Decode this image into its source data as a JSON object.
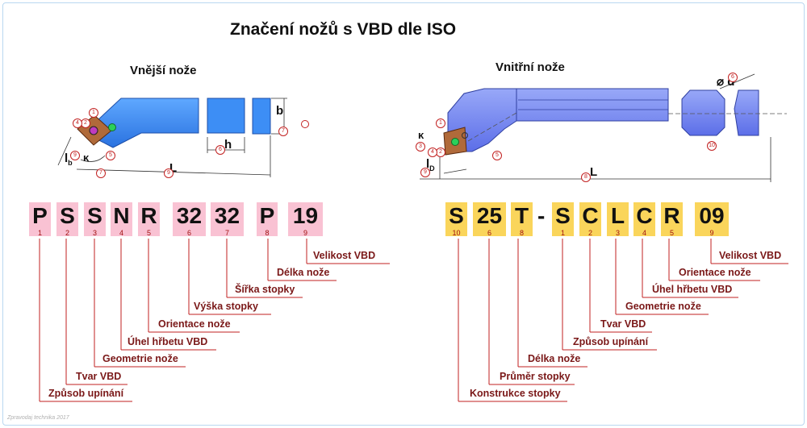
{
  "title": "Značení nožů s VBD dle ISO",
  "subtitles": {
    "outer": "Vnější nože",
    "inner": "Vnitřní nože"
  },
  "left_code": [
    {
      "letter": "P",
      "num": "1"
    },
    {
      "letter": "S",
      "num": "2"
    },
    {
      "letter": "S",
      "num": "3"
    },
    {
      "letter": "N",
      "num": "4"
    },
    {
      "letter": "R",
      "num": "5"
    },
    {
      "letter": "32",
      "num": "6"
    },
    {
      "letter": "32",
      "num": "7"
    },
    {
      "letter": "P",
      "num": "8"
    },
    {
      "letter": "19",
      "num": "9"
    }
  ],
  "right_code": [
    {
      "letter": "S",
      "num": "10"
    },
    {
      "letter": "25",
      "num": "6"
    },
    {
      "letter": "T",
      "num": "8"
    },
    {
      "letter": "-",
      "num": ""
    },
    {
      "letter": "S",
      "num": "1"
    },
    {
      "letter": "C",
      "num": "2"
    },
    {
      "letter": "L",
      "num": "3"
    },
    {
      "letter": "C",
      "num": "4"
    },
    {
      "letter": "R",
      "num": "5"
    },
    {
      "letter": "09",
      "num": "9"
    }
  ],
  "left_labels": [
    "Velikost VBD",
    "Délka nože",
    "Šířka stopky",
    "Výška stopky",
    "Orientace nože",
    "Úhel hřbetu VBD",
    "Geometrie nože",
    "Tvar VBD",
    "Způsob upínání"
  ],
  "right_labels": [
    "Velikost VBD",
    "Orientace nože",
    "Úhel hřbetu VBD",
    "Geometrie nože",
    "Tvar VBD",
    "Způsob upínání",
    "Délka nože",
    "Průměr stopky",
    "Konstrukce stopky"
  ],
  "dims": {
    "b": "b",
    "h": "h",
    "L_left": "L",
    "l_left": "l",
    "l_left_sub": "b",
    "kappa": "κ",
    "d": "⌀ d",
    "L_right": "L",
    "l_right": "l",
    "l_right_sub": "D"
  },
  "marker_numbers": [
    "1",
    "2",
    "3",
    "4",
    "5",
    "6",
    "7",
    "8",
    "9",
    "10"
  ],
  "colors": {
    "tool_blue": "#3d8ef5",
    "tool_shade": "#1e5fc8",
    "insert": "#b06a3a",
    "pink": "#f9c2d3",
    "yellow": "#fad55b",
    "leader": "#c22222",
    "label": "#7a1818"
  },
  "credit": "Zpravodaj technika 2017"
}
